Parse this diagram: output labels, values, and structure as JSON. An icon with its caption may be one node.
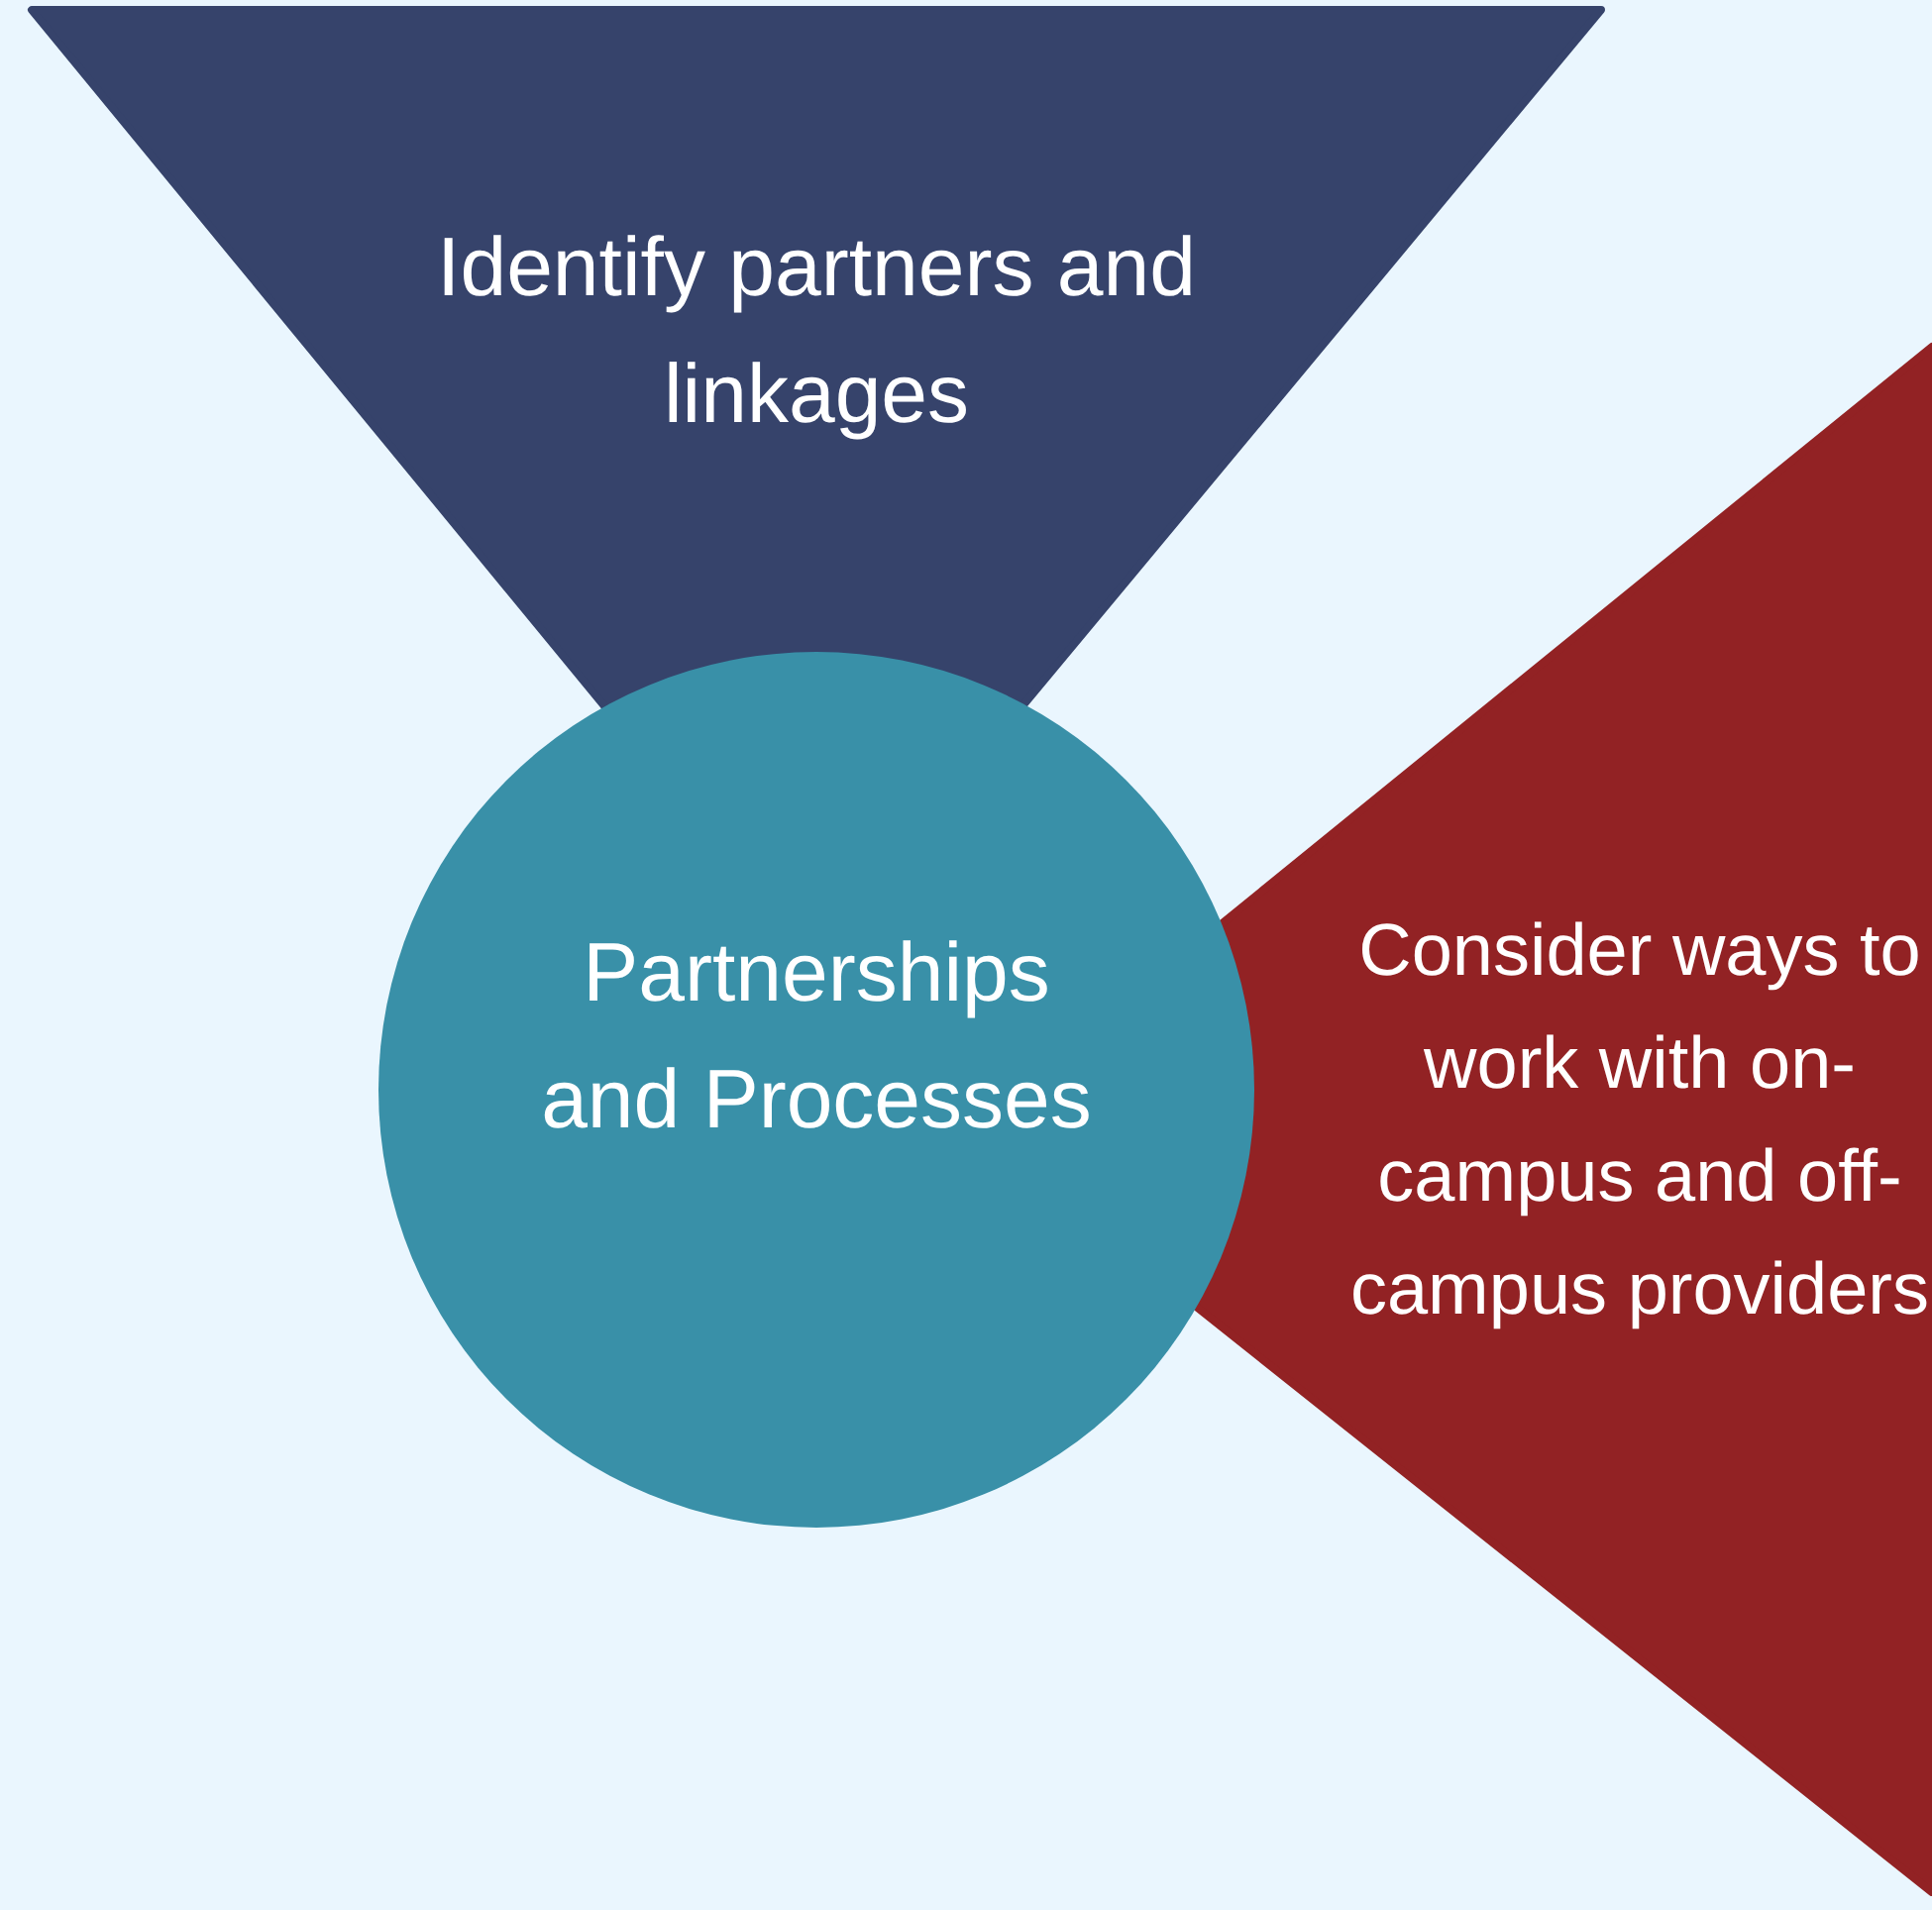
{
  "diagram": {
    "nodes": [
      {
        "text": [
          "Identify partners and linkages"
        ]
      },
      {
        "text": [
          "Partnerships and Processes"
        ]
      },
      {
        "text": [
          "Consider ways to work with on-campus and off-campus providers"
        ]
      }
    ]
  }
}
